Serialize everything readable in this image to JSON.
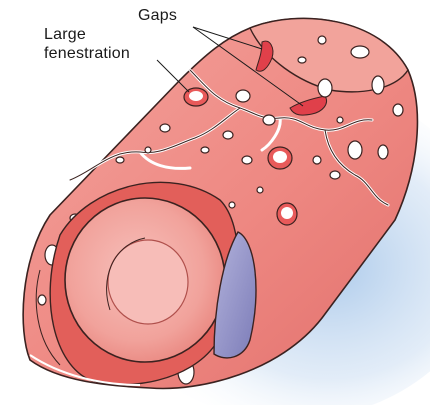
{
  "labels": {
    "large_fenestration_line1": "Large",
    "large_fenestration_line2": "fenestration",
    "gaps": "Gaps"
  },
  "colors": {
    "endothelium": "#ef8a84",
    "endothelium_dark": "#d95f5c",
    "inner_lining": "#f2a39b",
    "gap_red": "#e0404a",
    "blood_cell": "#f4a9a3",
    "nucleus": "#8f8fc4",
    "glow": "#bcd6ef",
    "outline": "#3b2220"
  }
}
